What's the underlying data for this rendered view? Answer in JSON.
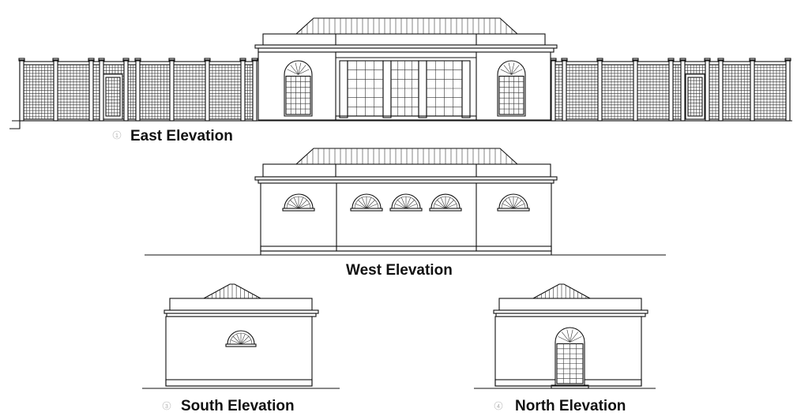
{
  "elevations": {
    "east": {
      "title": "East Elevation",
      "marker": "1"
    },
    "west": {
      "title": "West Elevation"
    },
    "south": {
      "title": "South Elevation",
      "marker": "3"
    },
    "north": {
      "title": "North Elevation",
      "marker": "4"
    }
  },
  "colors": {
    "line": "#111111",
    "background": "#ffffff",
    "marker": "#aaaaaa"
  }
}
